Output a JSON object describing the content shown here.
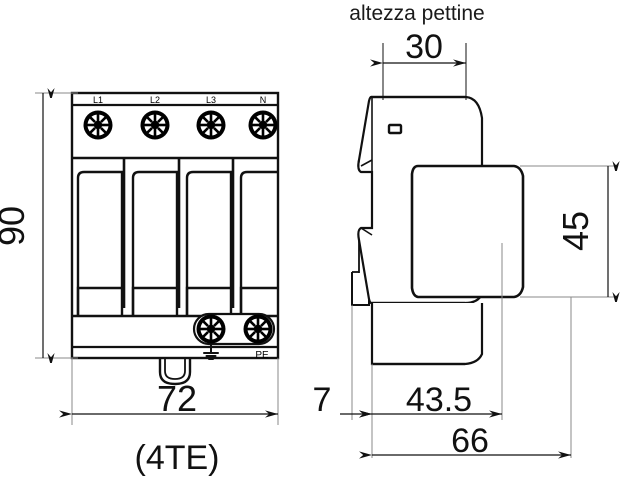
{
  "drawing": {
    "title": "altezza pettine",
    "type": "technical-dimension-drawing",
    "subject": "4-pole DIN rail surge protective device",
    "units": "mm"
  },
  "front_view": {
    "terminal_labels": [
      "L1",
      "L2",
      "L3",
      "N"
    ],
    "module_count": 4,
    "pe_label": "PE",
    "ground_icon": "earth-ground-icon",
    "pe_terminal_count": 2,
    "top_terminal_count": 4
  },
  "side_view": {
    "slot_marks": 2,
    "din_clip": "din-rail-clip"
  },
  "dimensions": {
    "height": "90",
    "width": "72",
    "width_modules": "(4TE)",
    "comb_height": "30",
    "cap_height": "45",
    "clip_depth": "7",
    "body_depth": "43.5",
    "total_depth": "66"
  },
  "style": {
    "line": "#111111",
    "thin_line": "#8a8a8a",
    "fill": "#ffffff",
    "terminal": "#000000"
  }
}
